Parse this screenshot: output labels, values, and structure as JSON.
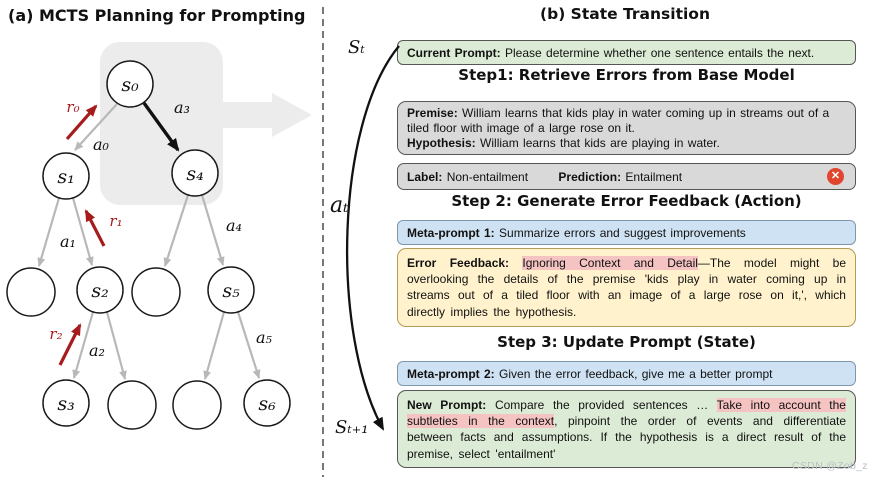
{
  "panel_a": {
    "title": "(a) MCTS Planning for Prompting",
    "nodes": {
      "s0": "s₀",
      "s1": "s₁",
      "s2": "s₂",
      "s3": "s₃",
      "s4": "s₄",
      "s5": "s₅",
      "s6": "s₆"
    },
    "edge_labels": {
      "a0": "a₀",
      "a1": "a₁",
      "a2": "a₂",
      "a3": "a₃",
      "a4": "a₄",
      "a5": "a₅"
    },
    "reward_labels": {
      "r0": "r₀",
      "r1": "r₁",
      "r2": "r₂"
    }
  },
  "panel_b": {
    "title": "(b) State Transition",
    "state_label_top": "Sₜ",
    "action_label": "aₜ",
    "state_label_bottom": "Sₜ₊₁",
    "current_prompt": {
      "label": "Current Prompt:",
      "text": "Please determine whether one sentence entails the next."
    },
    "step1": {
      "heading": "Step1: Retrieve Errors from Base Model",
      "premise_label": "Premise:",
      "premise_text": "William learns that kids play in water coming up in streams out of a tiled floor with  image of a large rose on it.",
      "hypothesis_label": "Hypothesis:",
      "hypothesis_text": "William learns that kids are playing in water.",
      "label_label": "Label:",
      "label_value": "Non-entailment",
      "prediction_label": "Prediction:",
      "prediction_value": "Entailment",
      "error_icon": "✕"
    },
    "step2": {
      "heading": "Step 2: Generate Error Feedback (Action)",
      "meta_prompt_label": "Meta-prompt 1:",
      "meta_prompt_text": "Summarize errors and suggest improvements",
      "feedback_label": "Error Feedback:",
      "feedback_highlight": "Ignoring Context and Detail",
      "feedback_text": "—The model might be overlooking the details of the premise 'kids play in water coming up in streams out of a tiled floor with an image of a large rose on it,', which directly implies the hypothesis."
    },
    "step3": {
      "heading": "Step 3: Update Prompt (State)",
      "meta_prompt_label": "Meta-prompt 2:",
      "meta_prompt_text": "Given the error feedback, give me a better prompt",
      "new_prompt_label": "New Prompt:",
      "new_prompt_pre": "Compare the provided sentences … ",
      "new_prompt_highlight": "Take into account the subtleties in the context",
      "new_prompt_post": ", pinpoint the order of events and differentiate between facts and assumptions. If the hypothesis is a direct result of the premise, select 'entailment'"
    }
  },
  "watermark": "CSDN @Zob_z",
  "colors": {
    "green_box": "#dcebd5",
    "gray_box": "#d9d9d9",
    "blue_box": "#cfe2f3",
    "yellow_box": "#fff2cc",
    "highlight_pink": "#f6c3c3",
    "red_arrow": "#a61b1b",
    "error_icon_red": "#e2452e",
    "edge_gray": "#b8b8b8",
    "tree_highlight": "#ececec"
  }
}
